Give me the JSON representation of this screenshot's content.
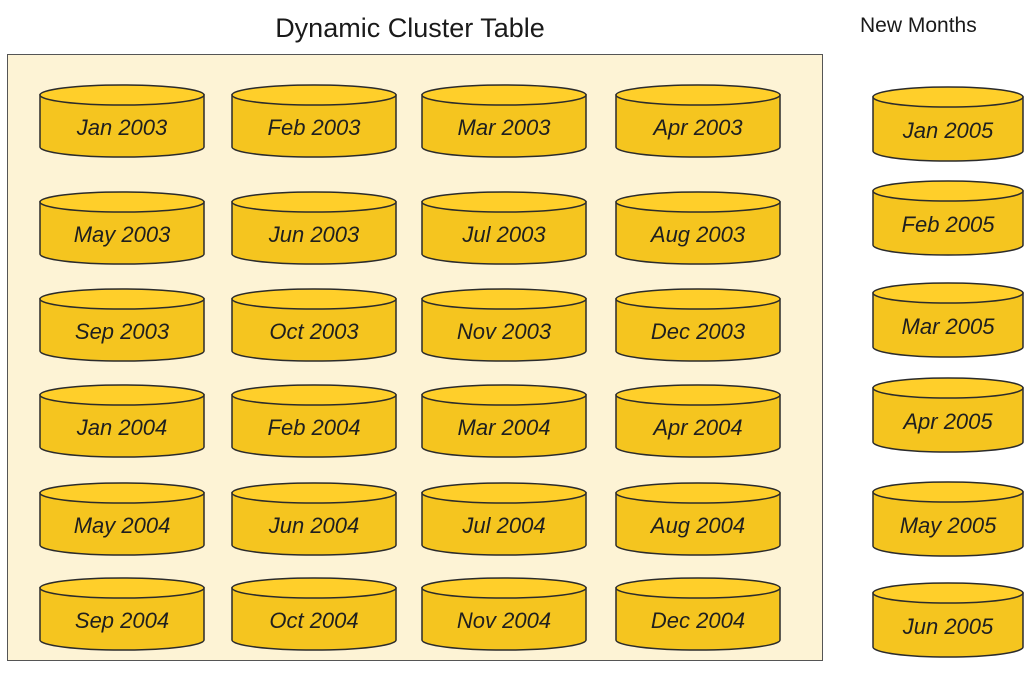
{
  "titles": {
    "cluster": "Dynamic Cluster Table",
    "new_months": "New Months"
  },
  "colors": {
    "cylinder_fill": "#f5c51f",
    "cylinder_top": "#ffcf2a",
    "cylinder_stroke": "#2b2b2b",
    "cluster_bg": "#fdf3d5"
  },
  "cluster_months": [
    [
      "Jan 2003",
      "Feb 2003",
      "Mar 2003",
      "Apr 2003"
    ],
    [
      "May 2003",
      "Jun 2003",
      "Jul 2003",
      "Aug 2003"
    ],
    [
      "Sep 2003",
      "Oct 2003",
      "Nov 2003",
      "Dec 2003"
    ],
    [
      "Jan 2004",
      "Feb 2004",
      "Mar 2004",
      "Apr 2004"
    ],
    [
      "May 2004",
      "Jun 2004",
      "Jul 2004",
      "Aug 2004"
    ],
    [
      "Sep 2004",
      "Oct 2004",
      "Nov 2004",
      "Dec 2004"
    ]
  ],
  "new_months": [
    "Jan 2005",
    "Feb 2005",
    "Mar 2005",
    "Apr 2005",
    "May 2005",
    "Jun 2005"
  ]
}
